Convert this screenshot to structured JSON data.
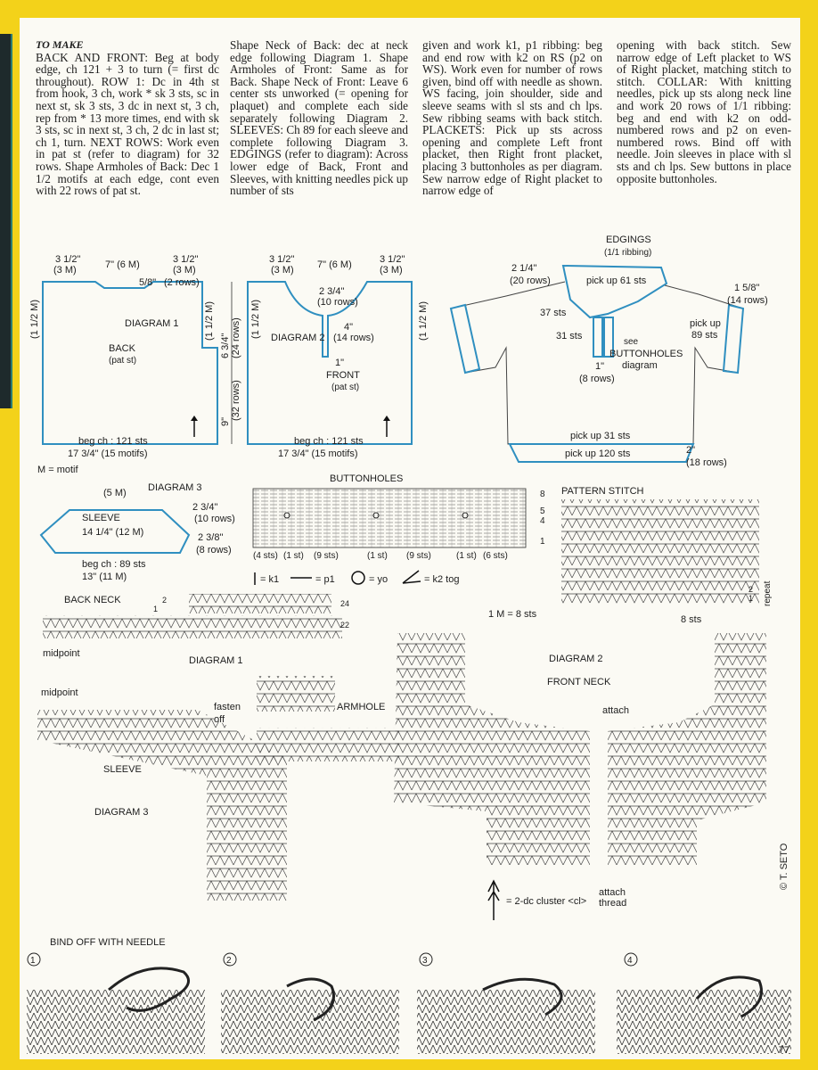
{
  "instructions": {
    "heading": "TO MAKE",
    "col1": "BACK AND FRONT: Beg at body edge, ch 121 + 3 to turn (= first dc throughout). ROW 1: Dc in 4th st from hook, 3 ch, work * sk 3 sts, sc in next st, sk 3 sts, 3 dc in next st, 3 ch, rep from * 13 more times, end with sk 3 sts, sc in next st, 3 ch, 2 dc in last st; ch 1, turn. NEXT ROWS: Work even in pat st (refer to diagram) for 32 rows. Shape Armholes of Back: Dec 1 1/2 motifs at each edge, cont even with 22 rows of pat st.",
    "col2": "Shape Neck of Back: dec at neck edge following Diagram 1. Shape Armholes of Front: Same as for Back. Shape Neck of Front: Leave 6 center sts unworked (= opening for plaquet) and complete each side separately following Diagram 2. SLEEVES: Ch 89 for each sleeve and complete following Diagram 3. EDGINGS (refer to diagram): Across lower edge of Back, Front and Sleeves, with knitting needles pick up number of sts",
    "col3": "given and work k1, p1 ribbing: beg and end row with k2 on RS (p2 on WS). Work even for number of rows given, bind off with needle as shown. WS facing, join shoulder, side and sleeve seams with sl sts and ch lps. Sew ribbing seams with back stitch. PLACKETS: Pick up sts across opening and complete Left front placket, then Right front placket, placing 3 buttonholes as per diagram. Sew narrow edge of Right placket to narrow edge of",
    "col4": "opening with back stitch. Sew narrow edge of Left placket to WS of Right placket, matching stitch to stitch. COLLAR: With knitting needles, pick up sts along neck line and work 20 rows of 1/1 ribbing: beg and end with k2 on odd-numbered rows and p2 on even-numbered rows. Bind off with needle. Join sleeves in place with sl sts and ch lps. Sew buttons in place opposite buttonholes."
  },
  "back": {
    "shoulder_left": "3 1/2\"",
    "shoulder_left_m": "(3 M)",
    "neck": "7\" (6 M)",
    "shoulder_right": "3 1/2\"",
    "shoulder_right_m": "(3 M)",
    "neck_drop": "5/8\"",
    "neck_rows": "(2 rows)",
    "side_m": "(1 1/2 M)",
    "title": "DIAGRAM 1",
    "label": "BACK",
    "sub": "(pat st)",
    "arm_m": "(1 1/2 M)",
    "arm_in": "6 3/4\"",
    "arm_rows": "(24 rows)",
    "body_in": "9\"",
    "body_rows": "(32 rows)",
    "beg": "beg ch : 121 sts",
    "width": "17 3/4\" (15 motifs)"
  },
  "front": {
    "shoulder_left": "3 1/2\"",
    "shoulder_left_m": "(3 M)",
    "neck": "7\" (6 M)",
    "shoulder_right": "3 1/2\"",
    "shoulder_right_m": "(3 M)",
    "neck_in": "2 3/4\"",
    "neck_rows": "(10 rows)",
    "side_m": "(1 1/2 M)",
    "title": "DIAGRAM 2",
    "placket_in": "4\"",
    "placket_rows": "(14 rows)",
    "opening": "1\"",
    "label": "FRONT",
    "sub": "(pat st)",
    "arm_m": "(1 1/2 M)",
    "beg": "beg ch : 121 sts",
    "width": "17 3/4\" (15 motifs)"
  },
  "motif_key": "M = motif",
  "edgings": {
    "title": "EDGINGS",
    "sub": "(1/1 ribbing)",
    "collar_in": "2 1/4\"",
    "collar_rows": "(20 rows)",
    "collar_pick": "pick up 61 sts",
    "sts37": "37 sts",
    "sts31": "31 sts",
    "see": "see",
    "buttonholes": "BUTTONHOLES",
    "diagram": "diagram",
    "placket_in": "1\"",
    "placket_rows": "(8 rows)",
    "cuff_in": "1 5/8\"",
    "cuff_rows": "(14 rows)",
    "cuff_pick": "pick up",
    "cuff_sts": "89 sts",
    "waist31": "pick up 31 sts",
    "waist120": "pick up 120 sts",
    "waist_in": "2\"",
    "waist_rows": "(18 rows)"
  },
  "sleeve": {
    "top": "(5 M)",
    "title": "DIAGRAM 3",
    "label": "SLEEVE",
    "width": "14 1/4\" (12 M)",
    "cap_in": "2 3/4\"",
    "cap_rows": "(10 rows)",
    "cuff_in": "2 3/8\"",
    "cuff_rows": "(8 rows)",
    "beg": "beg ch : 89 sts",
    "bottom": "13\" (11 M)"
  },
  "buttonholes": {
    "title": "BUTTONHOLES",
    "counts": [
      "(4 sts)",
      "(1 st)",
      "(9 sts)",
      "(1 st)",
      "(9 sts)",
      "(1 st)",
      "(6 sts)"
    ],
    "rows": [
      "8",
      "5",
      "4",
      "1"
    ]
  },
  "legend": {
    "k1": "= k1",
    "p1": "= p1",
    "yo": "= yo",
    "k2tog": "= k2 tog"
  },
  "pattern": {
    "title": "PATTERN STITCH",
    "rows": [
      "2",
      "1"
    ],
    "repeat": "repeat",
    "count": "8 sts"
  },
  "charts": {
    "back_neck": "BACK NECK",
    "back_rows": [
      "2",
      "1",
      "24",
      "22"
    ],
    "midpoint1": "midpoint",
    "diagram1": "DIAGRAM 1",
    "motif_eq": "1 M = 8 sts",
    "diagram2": "DIAGRAM 2",
    "front_neck": "FRONT NECK",
    "midpoint2": "midpoint",
    "fasten": "fasten",
    "off": "off",
    "armhole": "ARMHOLE",
    "sleeve": "SLEEVE",
    "diagram3": "DIAGRAM 3",
    "attach": "attach",
    "thread": "thread",
    "cluster": "= 2-dc cluster <cl>"
  },
  "bindoff": {
    "title": "BIND OFF WITH NEEDLE",
    "steps": [
      "1",
      "2",
      "3",
      "4"
    ]
  },
  "credit": "© T. SETO",
  "page_number": "77",
  "colors": {
    "yellow_border": "#f3d21a",
    "outline_blue": "#2f8fc0",
    "paper": "#fbfaf4"
  }
}
